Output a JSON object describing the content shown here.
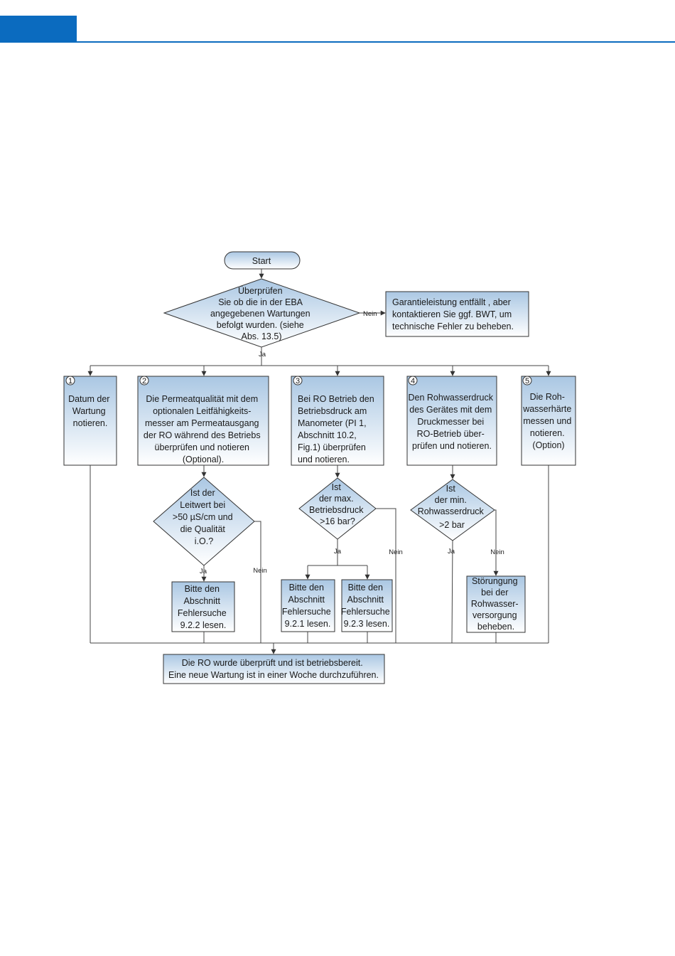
{
  "start": "Start",
  "d0": [
    "Überprüfen",
    "Sie ob die in der EBA",
    "angegebenen Wartungen",
    "befolgt wurden. (siehe",
    "Abs. 13.5)"
  ],
  "d0_no": "Nein",
  "d0_yes": "Ja",
  "warranty": [
    "Garantieleistung entfällt , aber",
    "kontaktieren Sie ggf. BWT, um",
    "technische Fehler zu beheben."
  ],
  "steps": [
    {
      "num": "1",
      "lines": [
        "Datum der",
        "Wartung",
        "notieren."
      ]
    },
    {
      "num": "2",
      "lines": [
        "Die Permeatqualität mit dem",
        "optionalen Leitfähigkeits-",
        "messer am Permeatausgang",
        "der RO während des Betriebs",
        "überprüfen und notieren",
        "(Optional)."
      ]
    },
    {
      "num": "3",
      "lines": [
        "Bei RO Betrieb den",
        "Betriebsdruck am",
        "Manometer (PI 1,",
        "Abschnitt 10.2,",
        "Fig.1) überprüfen",
        "und notieren."
      ]
    },
    {
      "num": "4",
      "lines": [
        "Den Rohwasserdruck",
        "des Gerätes mit dem",
        "Druckmesser bei",
        "RO-Betrieb über-",
        "prüfen und notieren."
      ]
    },
    {
      "num": "5",
      "lines": [
        "Die Roh-",
        "wasserhärte",
        "messen und",
        "notieren.",
        "(Option)"
      ]
    }
  ],
  "q2": [
    "Ist der",
    "Leitwert bei",
    ">50  µS/cm und",
    "die Qualität",
    "i.O.?"
  ],
  "q3": [
    "Ist",
    "der max.",
    "Betriebsdruck",
    ">16 bar?"
  ],
  "q4": [
    "Ist",
    "der min.",
    "Rohwasserdruck",
    ">2 bar"
  ],
  "labels": {
    "ja": "Ja",
    "nein": "Nein"
  },
  "r2": [
    "Bitte den",
    "Abschnitt",
    "Fehlersuche",
    "9.2.2 lesen."
  ],
  "r3a": [
    "Bitte den",
    "Abschnitt",
    "Fehlersuche",
    "9.2.1 lesen."
  ],
  "r3b": [
    "Bitte den",
    "Abschnitt",
    "Fehlersuche",
    "9.2.3 lesen."
  ],
  "r4": [
    "Störungung",
    "bei der",
    "Rohwasser-",
    "versorgung",
    "beheben."
  ],
  "final": [
    "Die RO wurde überprüft und ist betriebsbereit.",
    "Eine neue Wartung ist in einer Woche durchzuführen."
  ]
}
